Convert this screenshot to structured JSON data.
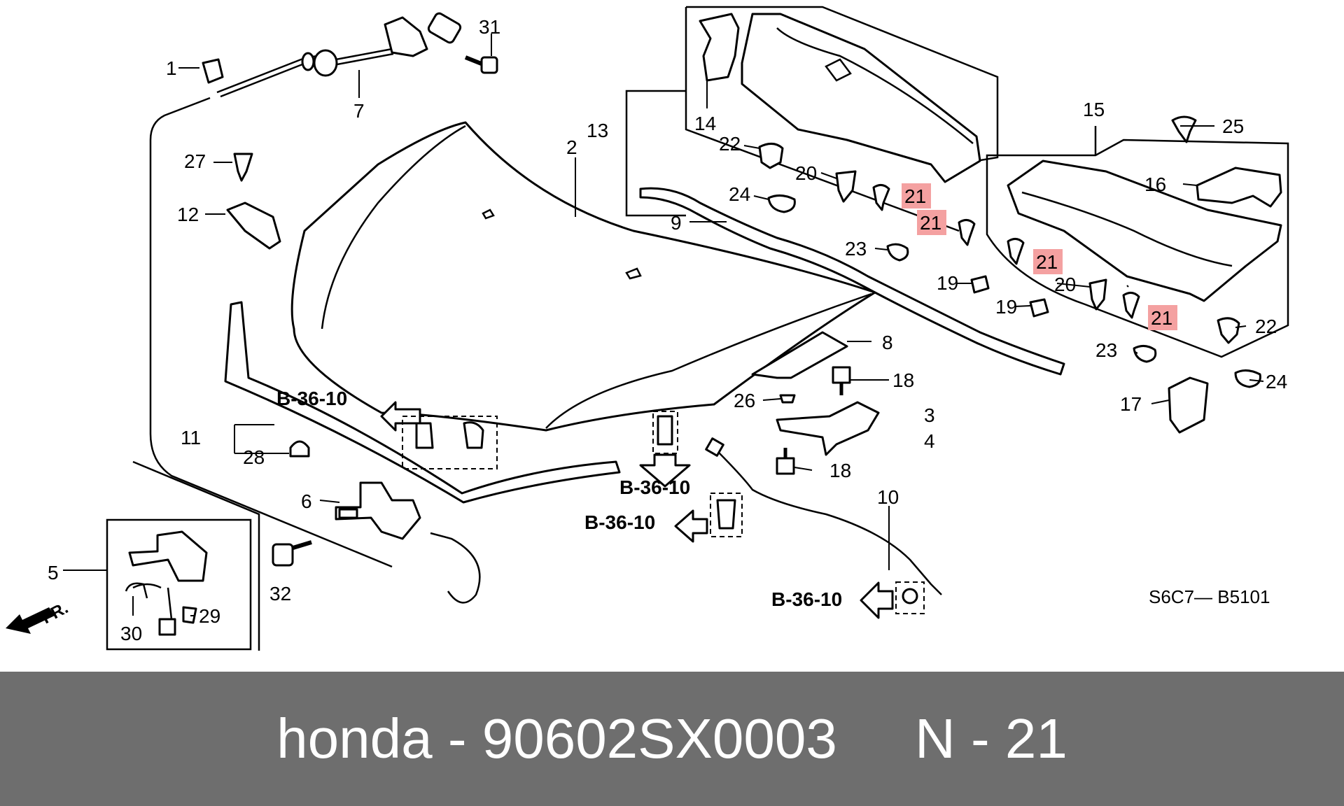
{
  "diagram": {
    "callouts": [
      "1",
      "2",
      "3",
      "4",
      "5",
      "6",
      "7",
      "8",
      "9",
      "10",
      "11",
      "12",
      "13",
      "14",
      "15",
      "16",
      "17",
      "18",
      "19",
      "20",
      "21",
      "22",
      "23",
      "24",
      "25",
      "26",
      "27",
      "28",
      "29",
      "30",
      "31",
      "32"
    ],
    "highlighted_part": "21",
    "section_ref": "B-36-10",
    "front_label": "FR.",
    "diagram_code": "S6C7— B5101",
    "highlight_color": "#f4a1a1"
  },
  "footer": {
    "title": "honda - 90602SX0003     N - 21",
    "background": "#6e6e6e",
    "text_color": "#ffffff"
  }
}
